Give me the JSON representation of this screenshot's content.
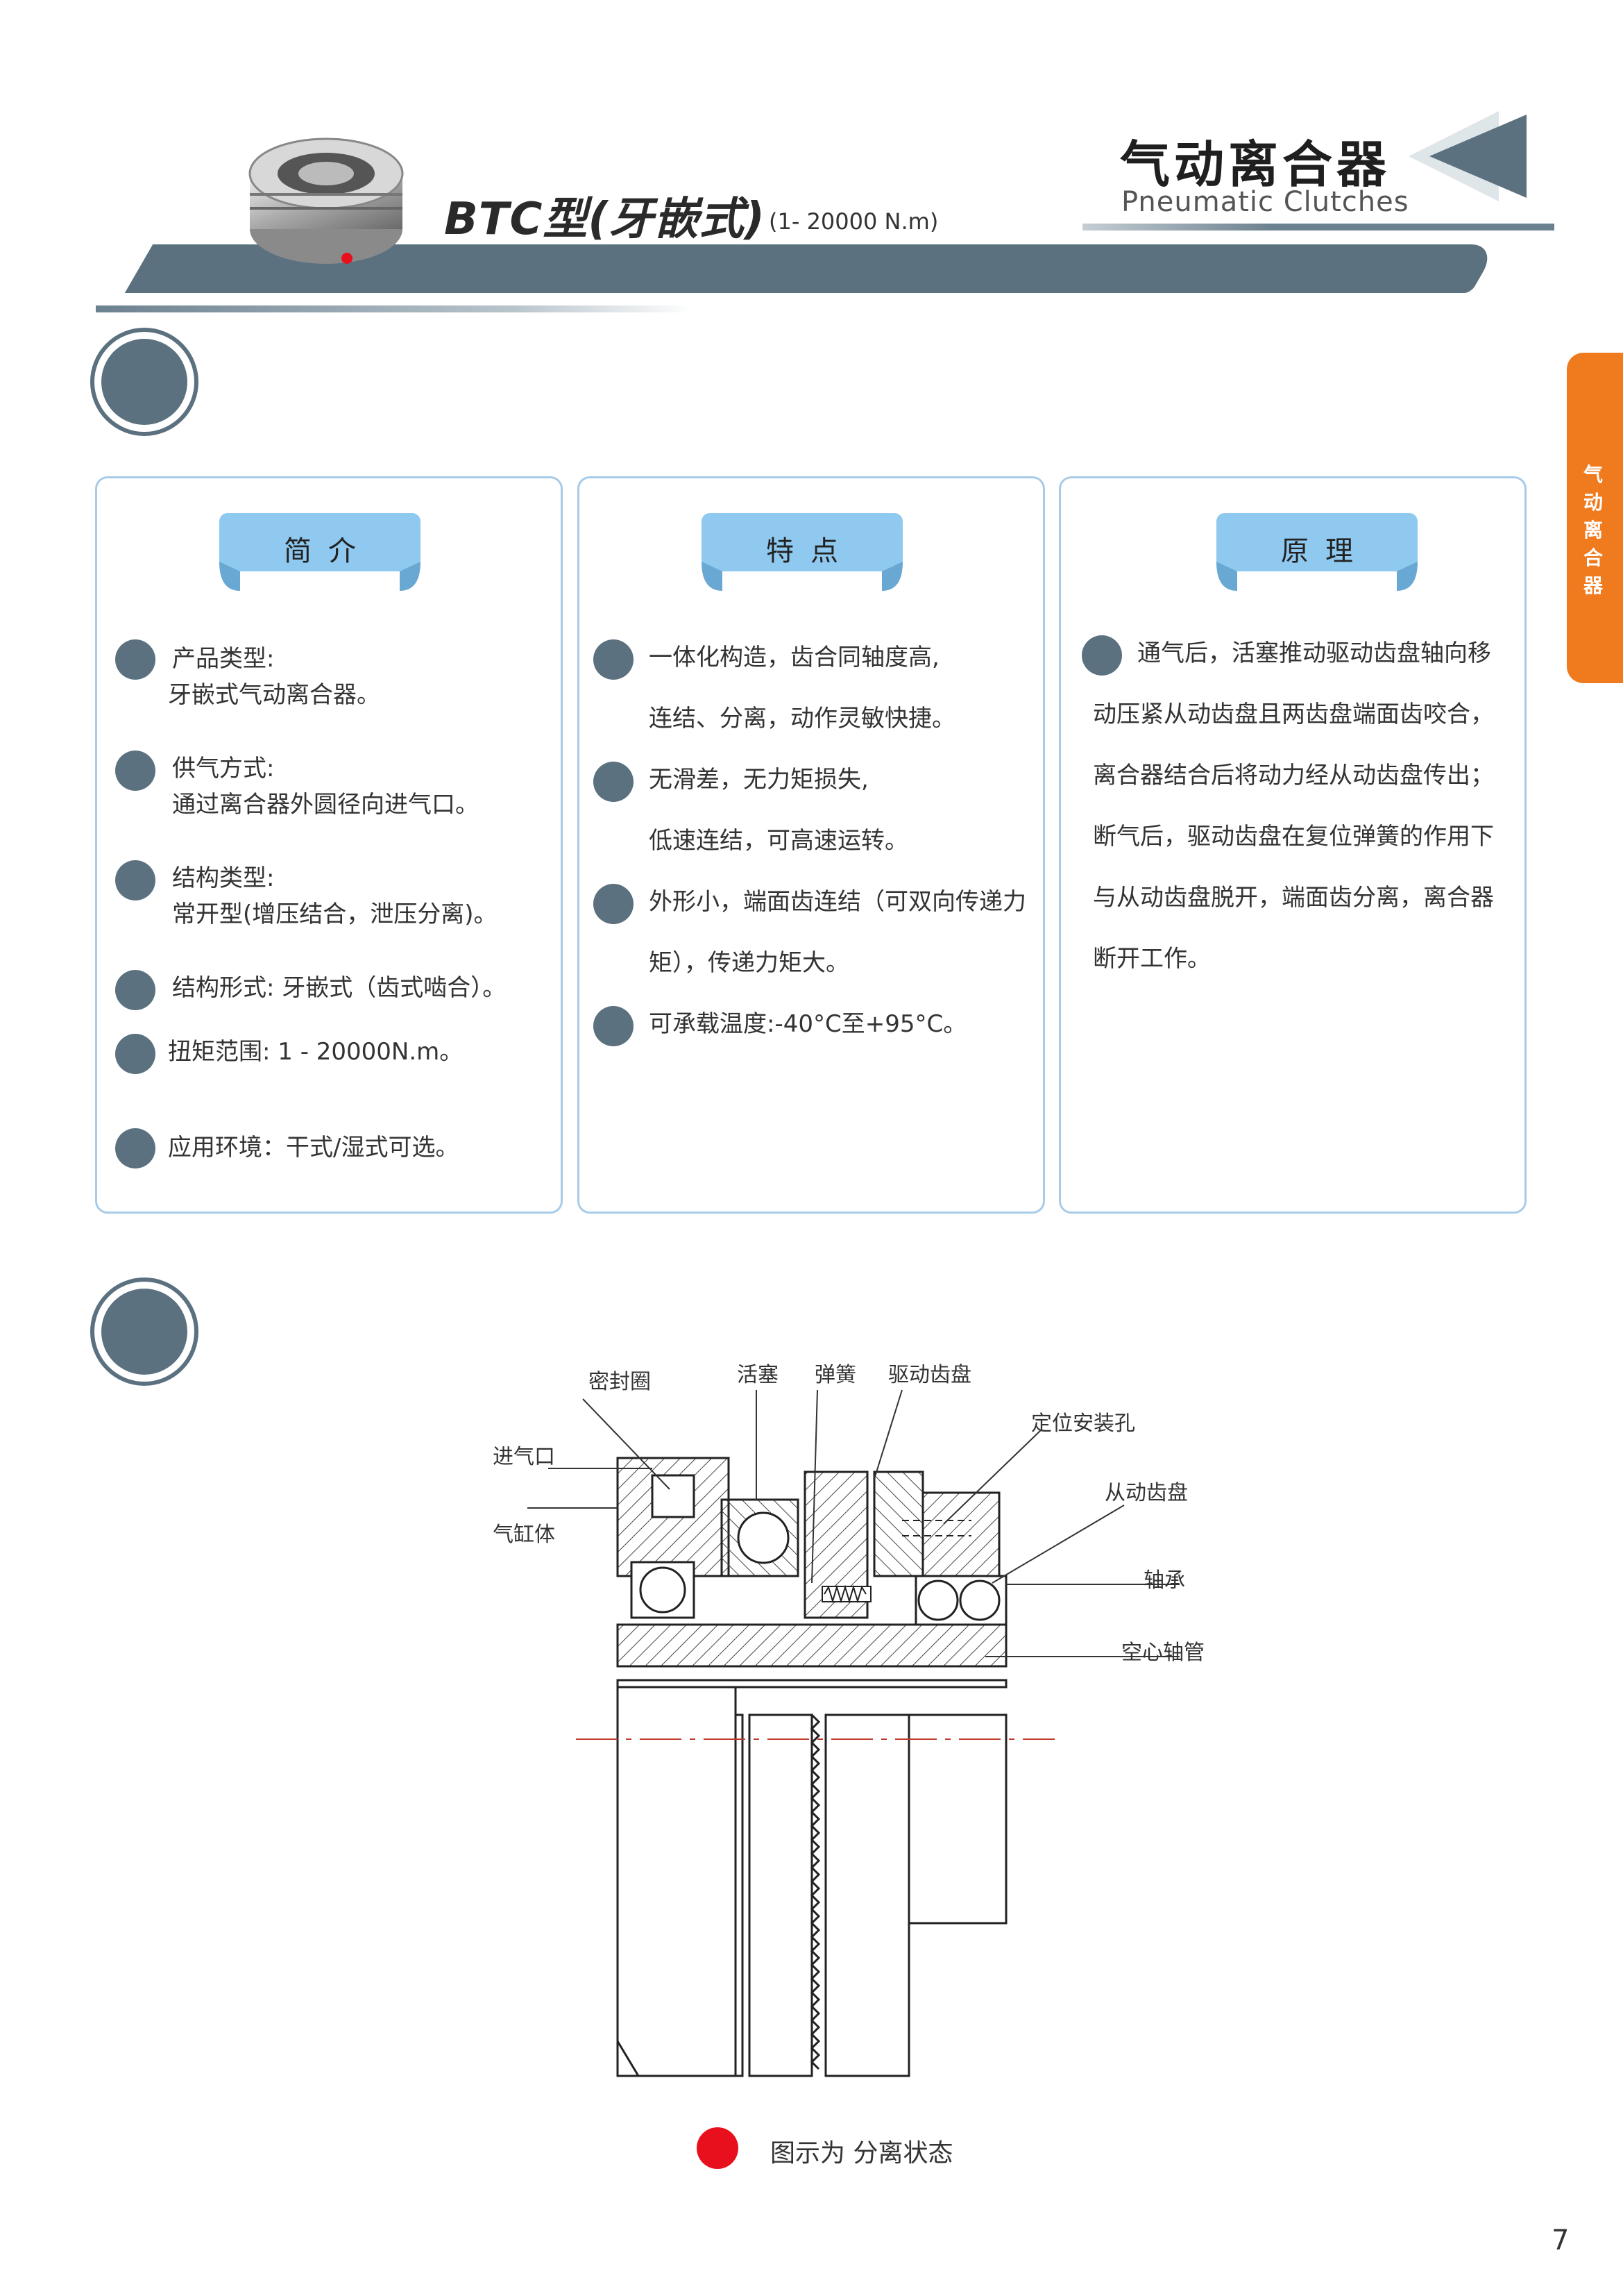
{
  "header": {
    "model_title": "BTC型(牙嵌式)",
    "model_range": "(1- 20000 N.m)",
    "category_cn": "气动离合器",
    "category_en": "Pneumatic Clutches",
    "side_tab": "气动离合器"
  },
  "sections": {
    "intro_title": "产品介绍",
    "structure_title": "结构视图"
  },
  "cards": {
    "intro": {
      "tag": "简介",
      "items": [
        {
          "line1": "产品类型:",
          "line2": "牙嵌式气动离合器。"
        },
        {
          "line1": "供气方式:",
          "line2": "通过离合器外圆径向进气口。"
        },
        {
          "line1": "结构类型:",
          "line2": "常开型(增压结合，泄压分离)。"
        },
        {
          "line1": "结构形式: 牙嵌式（齿式啮合）。"
        },
        {
          "line1": "扭矩范围: 1 - 20000N.m。"
        },
        {
          "line1": "应用环境：干式/湿式可选。"
        }
      ]
    },
    "features": {
      "tag": "特点",
      "items": [
        {
          "line1": "一体化构造，齿合同轴度高,",
          "line2": "连结、分离，动作灵敏快捷。"
        },
        {
          "line1": "无滑差，无力矩损失,",
          "line2": "低速连结，可高速运转。"
        },
        {
          "line1": "外形小，端面齿连结（可双向传递力",
          "line2": "矩），传递力矩大。"
        },
        {
          "line1": "可承载温度:-40°C至+95°C。"
        }
      ]
    },
    "principle": {
      "tag": "原理",
      "lines": [
        "通气后，活塞推动驱动齿盘轴向移",
        "动压紧从动齿盘且两齿盘端面齿咬合，",
        "离合器结合后将动力经从动齿盘传出；",
        "断气后，驱动齿盘在复位弹簧的作用下",
        "与从动齿盘脱开，端面齿分离，离合器",
        "断开工作。"
      ]
    }
  },
  "diagram": {
    "labels": {
      "seal": "密封圈",
      "piston": "活塞",
      "spring": "弹簧",
      "drive_disc": "驱动齿盘",
      "positioning_hole": "定位安装孔",
      "air_inlet": "进气口",
      "driven_disc": "从动齿盘",
      "cylinder": "气缸体",
      "bearing": "轴承",
      "hollow_shaft": "空心轴管"
    },
    "legend": "图示为 分离状态",
    "legend_color": "#e8101c"
  },
  "page_number": "7",
  "colors": {
    "accent_slate": "#5b7180",
    "card_border": "#a8cbe8",
    "tag_blue": "#8fc9f0",
    "side_orange": "#f07a1e"
  }
}
